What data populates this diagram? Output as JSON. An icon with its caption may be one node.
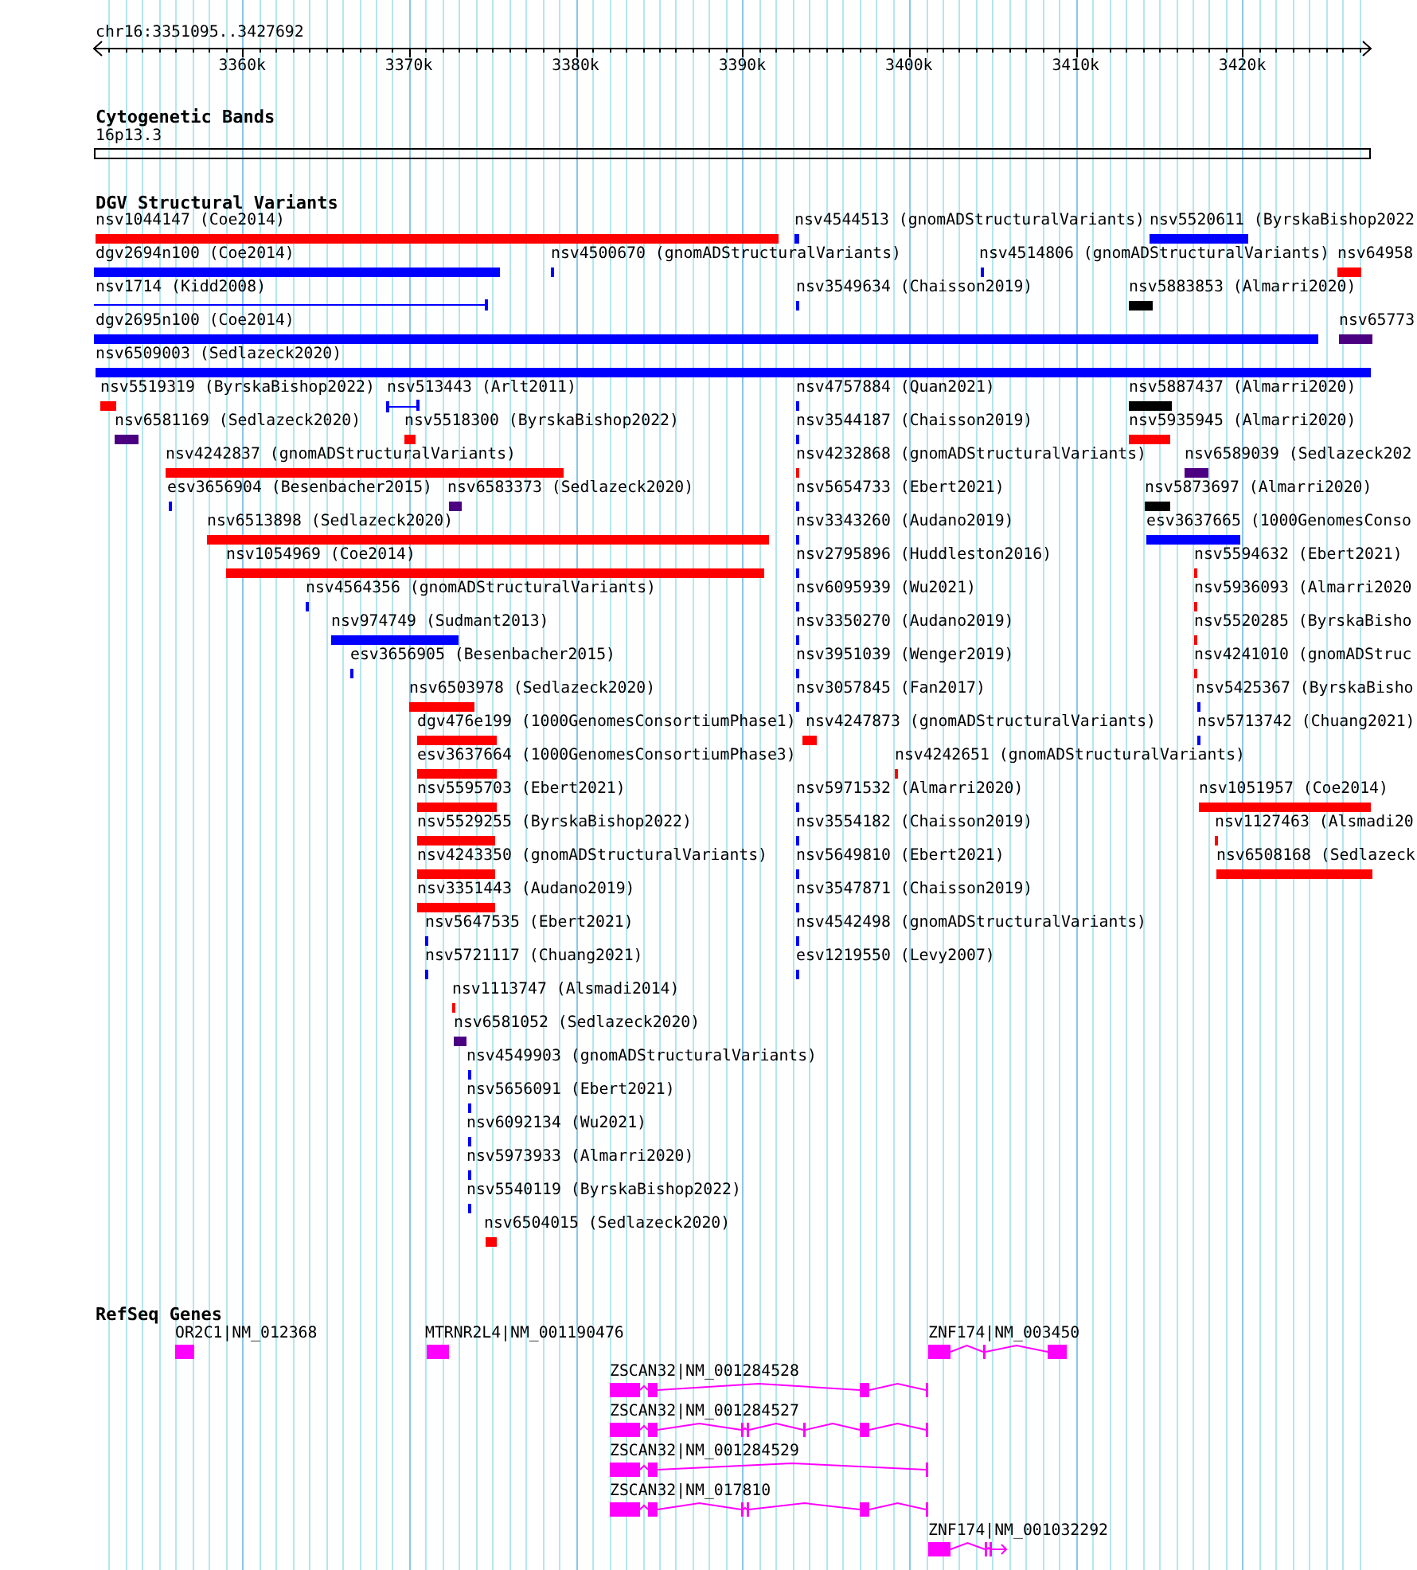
{
  "diagram": {
    "nodes": [
      {
        "text": [
          "16p13.3"
        ]
      },
      {
        "text": [
          "nsv1044147 (Coe2014)"
        ]
      },
      {
        "text": [
          "nsv4544513 (gnomADStructuralVariants)"
        ]
      },
      {
        "text": [
          "nsv5520611 (ByrskaBishop2022"
        ]
      },
      {
        "text": [
          "dgv2694n100 (Coe2014)"
        ]
      },
      {
        "text": [
          "nsv4500670 (gnomADStructuralVariants)"
        ]
      },
      {
        "text": [
          "nsv4514806 (gnomADStructuralVariants)"
        ]
      },
      {
        "text": [
          "nsv64958"
        ]
      },
      {
        "text": [
          "nsv1714 (Kidd2008)"
        ]
      },
      {
        "text": [
          "nsv3549634 (Chaisson2019)"
        ]
      },
      {
        "text": [
          "nsv5883853 (Almarri2020)"
        ]
      },
      {
        "text": [
          "dgv2695n100 (Coe2014)"
        ]
      },
      {
        "text": [
          "nsv65773"
        ]
      },
      {
        "text": [
          "nsv6509003 (Sedlazeck2020)"
        ]
      },
      {
        "text": [
          "nsv5519319 (ByrskaBishop2022)"
        ]
      },
      {
        "text": [
          "nsv513443 (Arlt2011)"
        ]
      },
      {
        "text": [
          "nsv4757884 (Quan2021)"
        ]
      },
      {
        "text": [
          "nsv5887437 (Almarri2020)"
        ]
      },
      {
        "text": [
          "nsv6581169 (Sedlazeck2020)"
        ]
      },
      {
        "text": [
          "nsv5518300 (ByrskaBishop2022)"
        ]
      },
      {
        "text": [
          "nsv3544187 (Chaisson2019)"
        ]
      },
      {
        "text": [
          "nsv5935945 (Almarri2020)"
        ]
      },
      {
        "text": [
          "nsv4242837 (gnomADStructuralVariants)"
        ]
      },
      {
        "text": [
          "nsv4232868 (gnomADStructuralVariants)"
        ]
      },
      {
        "text": [
          "nsv6589039 (Sedlazeck202"
        ]
      },
      {
        "text": [
          "esv3656904 (Besenbacher2015)"
        ]
      },
      {
        "text": [
          "nsv6583373 (Sedlazeck2020)"
        ]
      },
      {
        "text": [
          "nsv5654733 (Ebert2021)"
        ]
      },
      {
        "text": [
          "nsv5873697 (Almarri2020)"
        ]
      },
      {
        "text": [
          "nsv6513898 (Sedlazeck2020)"
        ]
      },
      {
        "text": [
          "nsv3343260 (Audano2019)"
        ]
      },
      {
        "text": [
          "esv3637665 (1000GenomesConso"
        ]
      },
      {
        "text": [
          "nsv1054969 (Coe2014)"
        ]
      },
      {
        "text": [
          "nsv2795896 (Huddleston2016)"
        ]
      },
      {
        "text": [
          "nsv5594632 (Ebert2021)"
        ]
      },
      {
        "text": [
          "nsv4564356 (gnomADStructuralVariants)"
        ]
      },
      {
        "text": [
          "nsv6095939 (Wu2021)"
        ]
      },
      {
        "text": [
          "nsv5936093 (Almarri2020"
        ]
      },
      {
        "text": [
          "nsv974749 (Sudmant2013)"
        ]
      },
      {
        "text": [
          "nsv3350270 (Audano2019)"
        ]
      },
      {
        "text": [
          "nsv5520285 (ByrskaBisho"
        ]
      },
      {
        "text": [
          "esv3656905 (Besenbacher2015)"
        ]
      },
      {
        "text": [
          "nsv3951039 (Wenger2019)"
        ]
      },
      {
        "text": [
          "nsv4241010 (gnomADStruc"
        ]
      },
      {
        "text": [
          "nsv6503978 (Sedlazeck2020)"
        ]
      },
      {
        "text": [
          "nsv3057845 (Fan2017)"
        ]
      },
      {
        "text": [
          "nsv5425367 (ByrskaBisho"
        ]
      },
      {
        "text": [
          "dgv476e199 (1000GenomesConsortiumPhase1)"
        ]
      },
      {
        "text": [
          "nsv4247873 (gnomADStructuralVariants)"
        ]
      },
      {
        "text": [
          "nsv5713742 (Chuang2021)"
        ]
      },
      {
        "text": [
          "esv3637664 (1000GenomesConsortiumPhase3)"
        ]
      },
      {
        "text": [
          "nsv4242651 (gnomADStructuralVariants)"
        ]
      },
      {
        "text": [
          "nsv5595703 (Ebert2021)"
        ]
      },
      {
        "text": [
          "nsv5971532 (Almarri2020)"
        ]
      },
      {
        "text": [
          "nsv1051957 (Coe2014)"
        ]
      },
      {
        "text": [
          "nsv5529255 (ByrskaBishop2022)"
        ]
      },
      {
        "text": [
          "nsv3554182 (Chaisson2019)"
        ]
      },
      {
        "text": [
          "nsv1127463 (Alsmadi20"
        ]
      },
      {
        "text": [
          "nsv4243350 (gnomADStructuralVariants)"
        ]
      },
      {
        "text": [
          "nsv5649810 (Ebert2021)"
        ]
      },
      {
        "text": [
          "nsv6508168 (Sedlazeck"
        ]
      },
      {
        "text": [
          "nsv3351443 (Audano2019)"
        ]
      },
      {
        "text": [
          "nsv3547871 (Chaisson2019)"
        ]
      },
      {
        "text": [
          "nsv5647535 (Ebert2021)"
        ]
      },
      {
        "text": [
          "nsv4542498 (gnomADStructuralVariants)"
        ]
      },
      {
        "text": [
          "nsv5721117 (Chuang2021)"
        ]
      },
      {
        "text": [
          "esv1219550 (Levy2007)"
        ]
      },
      {
        "text": [
          "nsv1113747 (Alsmadi2014)"
        ]
      },
      {
        "text": [
          "nsv6581052 (Sedlazeck2020)"
        ]
      },
      {
        "text": [
          "nsv4549903 (gnomADStructuralVariants)"
        ]
      },
      {
        "text": [
          "nsv5656091 (Ebert2021)"
        ]
      },
      {
        "text": [
          "nsv6092134 (Wu2021)"
        ]
      },
      {
        "text": [
          "nsv5973933 (Almarri2020)"
        ]
      },
      {
        "text": [
          "nsv5540119 (ByrskaBishop2022)"
        ]
      },
      {
        "text": [
          "nsv6504015 (Sedlazeck2020)"
        ]
      },
      {
        "text": [
          "OR2C1|NM_012368"
        ]
      },
      {
        "text": [
          "MTRNR2L4|NM_001190476"
        ]
      },
      {
        "text": [
          "ZNF174|NM_003450"
        ]
      },
      {
        "text": [
          "ZSCAN32|NM_001284528"
        ]
      },
      {
        "text": [
          "ZSCAN32|NM_001284527"
        ]
      },
      {
        "text": [
          "ZSCAN32|NM_001284529"
        ]
      },
      {
        "text": [
          "ZSCAN32|NM_017810"
        ]
      },
      {
        "text": [
          "ZNF174|NM_001032292"
        ]
      }
    ],
    "labels": [
      "chr16:3351095..3427692",
      "3360k",
      "3370k",
      "3380k",
      "3390k",
      "3400k",
      "3410k",
      "3420k",
      "Cytogenetic Bands",
      "DGV Structural Variants",
      "RefSeq Genes"
    ]
  }
}
